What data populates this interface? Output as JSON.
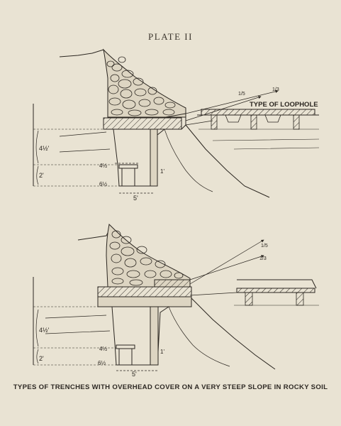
{
  "plate_title": "PLATE II",
  "caption": "TYPES OF TRENCHES WITH OVERHEAD COVER ON A VERY STEEP SLOPE IN ROCKY SOIL",
  "top_figure": {
    "loophole_label": "TYPE OF LOOPHOLE",
    "slope_label_1": "1/5",
    "slope_label_2": "1/3",
    "dim_height_total": "4½'",
    "dim_height_lower": "2'",
    "dim_step_height": "4½",
    "dim_firestep": "6½",
    "dim_width": "5'",
    "dim_post": "1'"
  },
  "bottom_figure": {
    "slope_label_1": "1/5",
    "slope_label_2": "1/3",
    "dim_height_total": "4½'",
    "dim_height_lower": "2'",
    "dim_step_height": "4½",
    "dim_firestep": "6½",
    "dim_width": "5'",
    "dim_post": "1'"
  },
  "colors": {
    "paper": "#e9e3d3",
    "ink": "#2b2620"
  }
}
